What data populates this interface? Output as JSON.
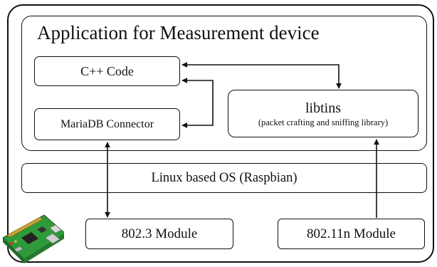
{
  "diagram": {
    "app_title": "Application for Measurement device",
    "cpp_label": "C++ Code",
    "mariadb_label": "MariaDB Connector",
    "libtins_name": "libtins",
    "libtins_sub": "(packet crafting and sniffing library)",
    "os_label": "Linux based OS (Raspbian)",
    "module_8023": "802.3 Module",
    "module_80211n": "802.11n Module",
    "connections": [
      {
        "from": "C++ Code",
        "to": "libtins",
        "direction": "both"
      },
      {
        "from": "C++ Code",
        "to": "MariaDB Connector",
        "direction": "both"
      },
      {
        "from": "MariaDB Connector",
        "to": "802.3 Module",
        "direction": "both"
      },
      {
        "from": "802.11n Module",
        "to": "libtins",
        "direction": "forward"
      }
    ],
    "board_icon": "raspberry-pi-board-icon"
  }
}
